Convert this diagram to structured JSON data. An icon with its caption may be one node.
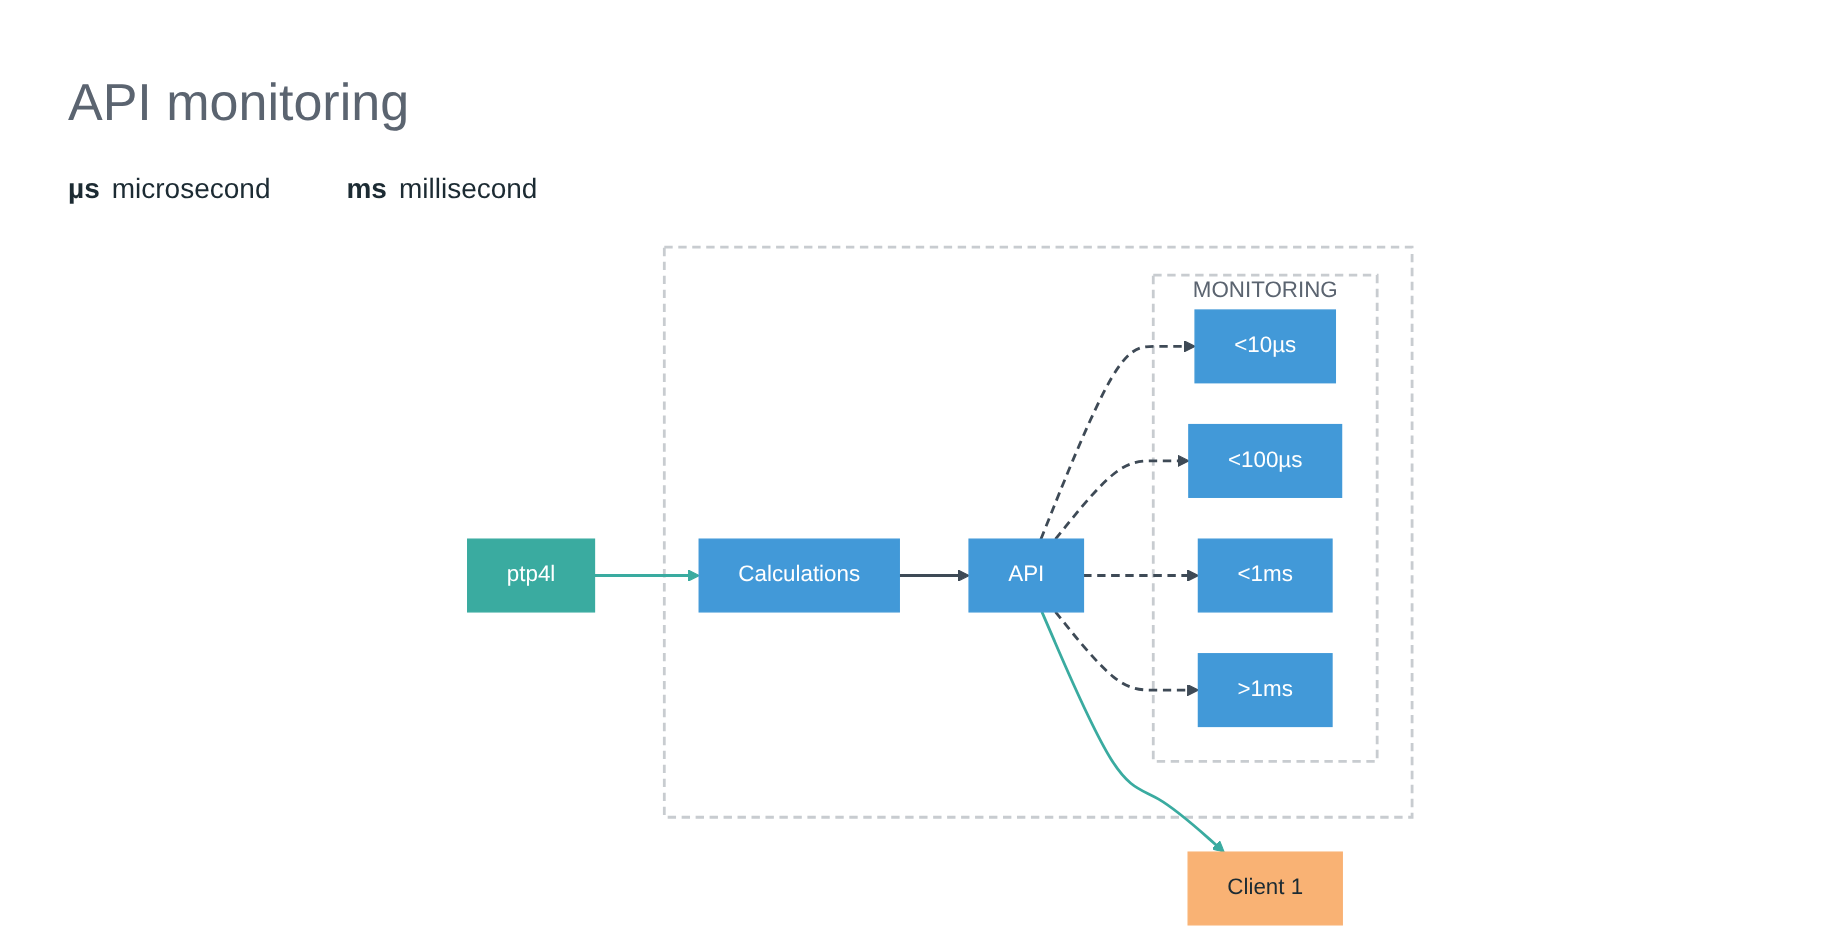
{
  "diagram": {
    "title": "API monitoring",
    "nodes": [
      {
        "text": [
          "ptp4l"
        ]
      },
      {
        "text": [],
        "shape": "box"
      },
      {
        "text": [
          "Calculations"
        ],
        "in": 1
      },
      {
        "text": [
          "API"
        ],
        "in": 1
      },
      {
        "text": [
          "Client 1"
        ]
      },
      {
        "text": [
          "MONITORING"
        ],
        "in": 1
      },
      {
        "text": [
          "<10µs"
        ],
        "in": 5
      },
      {
        "text": [
          "<100µs"
        ],
        "in": 5
      },
      {
        "text": [
          "<1ms"
        ],
        "in": 5
      },
      {
        "text": [
          ">1ms"
        ],
        "in": 5
      }
    ],
    "edges": [
      {
        "from": 0,
        "to": 2,
        "arrow": "to",
        "color": "#3aaba0"
      },
      {
        "from": 2,
        "to": 3,
        "arrow": "to"
      },
      {
        "from": 3,
        "to": 4,
        "arrow": "to",
        "color": "#3aaba0"
      },
      {
        "from": 3,
        "to": 6,
        "arrow": "to",
        "style": "dashed"
      },
      {
        "from": 3,
        "to": 7,
        "arrow": "to",
        "style": "dashed"
      },
      {
        "from": 3,
        "to": 8,
        "arrow": "to",
        "style": "dashed"
      },
      {
        "from": 3,
        "to": 9,
        "arrow": "to",
        "style": "dashed"
      }
    ],
    "labels": [
      "µs",
      "microsecond",
      "ms",
      "millisecond"
    ]
  }
}
